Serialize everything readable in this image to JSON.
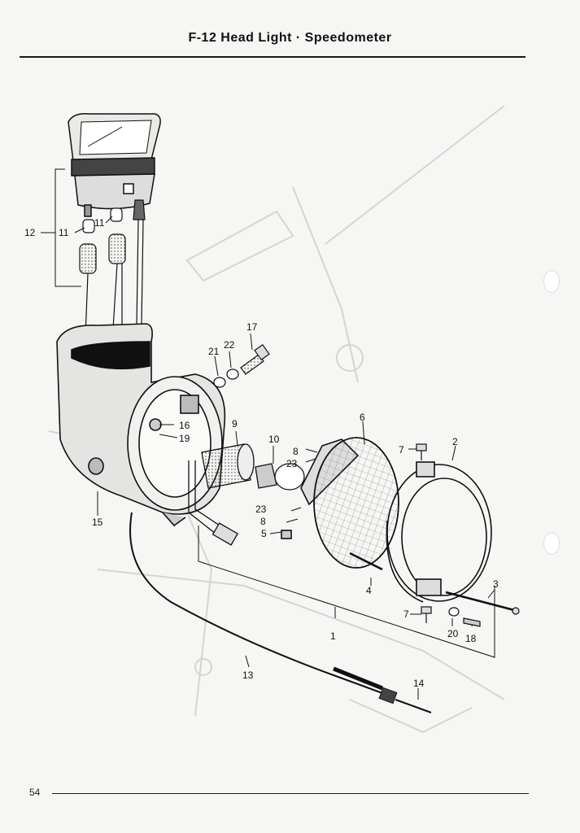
{
  "header": {
    "title": "F-12 Head Light · Speedometer"
  },
  "footer": {
    "page_number": "54"
  },
  "callouts": [
    {
      "id": "c1",
      "label": "1"
    },
    {
      "id": "c2",
      "label": "2"
    },
    {
      "id": "c3",
      "label": "3"
    },
    {
      "id": "c4",
      "label": "4"
    },
    {
      "id": "c5",
      "label": "5"
    },
    {
      "id": "c6",
      "label": "6"
    },
    {
      "id": "c7a",
      "label": "7"
    },
    {
      "id": "c7b",
      "label": "7"
    },
    {
      "id": "c8a",
      "label": "8"
    },
    {
      "id": "c8b",
      "label": "8"
    },
    {
      "id": "c9",
      "label": "9"
    },
    {
      "id": "c10",
      "label": "10"
    },
    {
      "id": "c11a",
      "label": "11"
    },
    {
      "id": "c11b",
      "label": "11"
    },
    {
      "id": "c12",
      "label": "12"
    },
    {
      "id": "c13",
      "label": "13"
    },
    {
      "id": "c14",
      "label": "14"
    },
    {
      "id": "c15",
      "label": "15"
    },
    {
      "id": "c16",
      "label": "16"
    },
    {
      "id": "c17",
      "label": "17"
    },
    {
      "id": "c18",
      "label": "18"
    },
    {
      "id": "c19",
      "label": "19"
    },
    {
      "id": "c20",
      "label": "20"
    },
    {
      "id": "c21",
      "label": "21"
    },
    {
      "id": "c22",
      "label": "22"
    },
    {
      "id": "c23a",
      "label": "23"
    },
    {
      "id": "c23b",
      "label": "23"
    }
  ]
}
